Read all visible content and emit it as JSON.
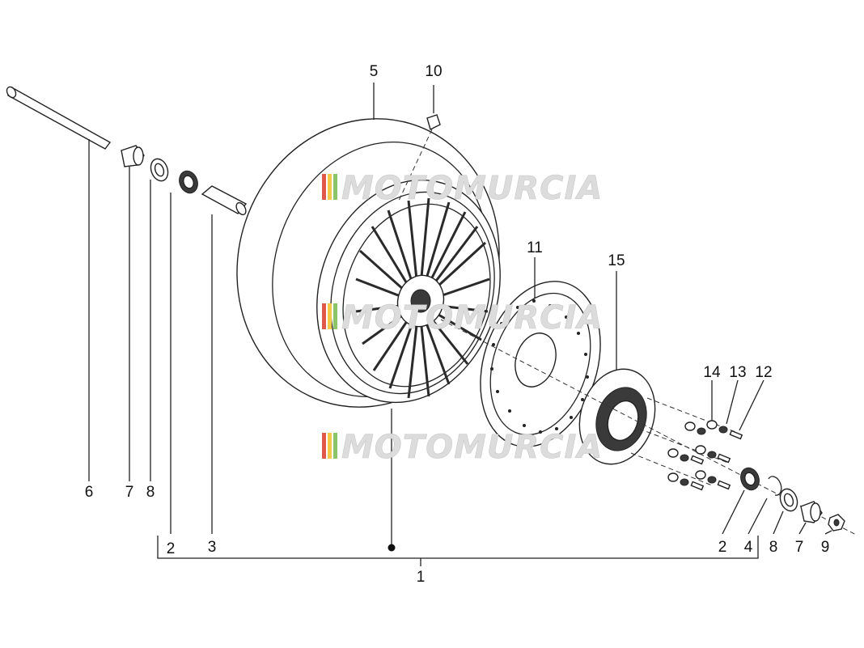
{
  "diagram": {
    "watermark": "MOTOMURCIA",
    "part_labels": {
      "axle": "6",
      "spacer_left": "7",
      "seal_left": "8",
      "bearing_left": "2",
      "distance_tube": "3",
      "tyre": "5",
      "valve": "10",
      "brake_disc": "11",
      "speedo_ring": "15",
      "washer": "14",
      "spring_washer": "13",
      "bolt": "12",
      "bearing_right": "2",
      "circlip": "4",
      "seal_right": "8",
      "spacer_right": "7",
      "nut": "9",
      "wheel_assembly": "1"
    },
    "colors": {
      "line": "#222222",
      "watermark": "#dcdcdc",
      "stripe_red": "#e0584a",
      "stripe_yellow": "#f3c94a",
      "stripe_green": "#8cc569"
    }
  }
}
